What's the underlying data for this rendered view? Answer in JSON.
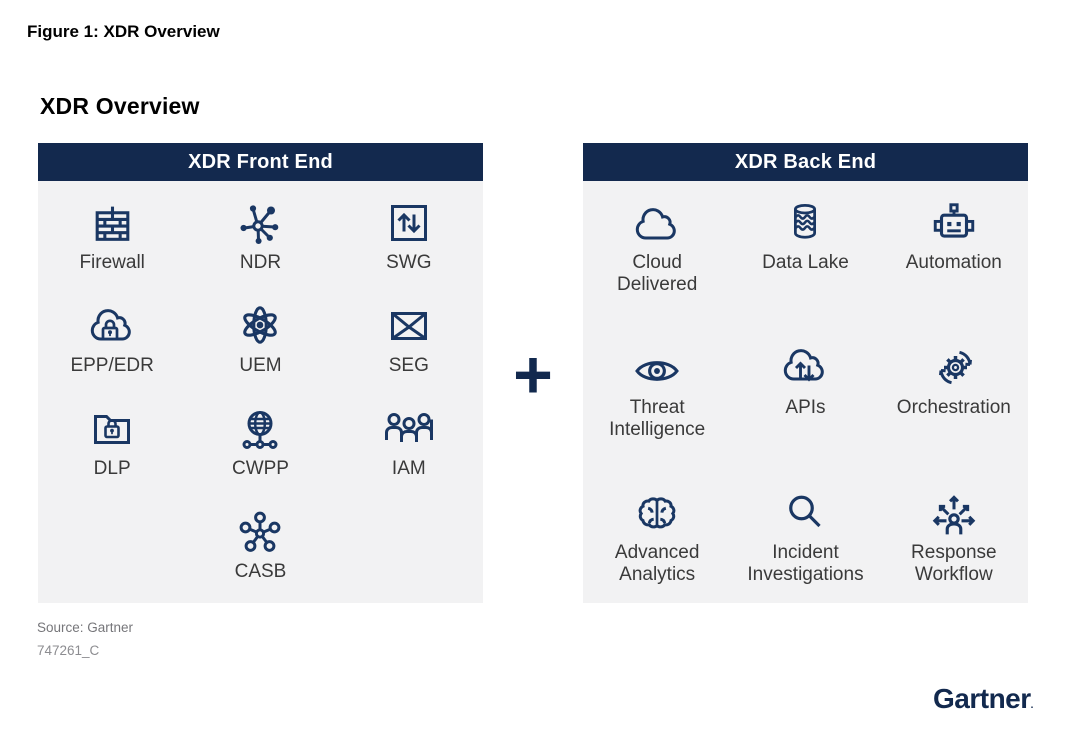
{
  "page": {
    "figure_title": "Figure 1: XDR Overview",
    "chart_title": "XDR Overview",
    "plus_sign": "+",
    "source_line1": "Source: Gartner",
    "source_line2": "747261_C",
    "brand": "Gartner",
    "brand_mark": "."
  },
  "colors": {
    "header_navy": "#13294E",
    "icon_navy": "#1A3763",
    "panel_bg": "#F2F2F3",
    "label_text": "#3A3A3A",
    "source_text": "#76767A"
  },
  "panels": [
    {
      "title": "XDR Front End",
      "items": [
        {
          "label": "Firewall",
          "icon": "firewall-icon"
        },
        {
          "label": "NDR",
          "icon": "network-hub-icon"
        },
        {
          "label": "SWG",
          "icon": "up-down-arrows-box-icon"
        },
        {
          "label": "EPP/EDR",
          "icon": "cloud-lock-icon"
        },
        {
          "label": "UEM",
          "icon": "atom-icon"
        },
        {
          "label": "SEG",
          "icon": "envelope-icon"
        },
        {
          "label": "DLP",
          "icon": "folder-lock-icon"
        },
        {
          "label": "CWPP",
          "icon": "globe-network-icon"
        },
        {
          "label": "IAM",
          "icon": "people-group-icon"
        },
        {
          "label": "CASB",
          "icon": "molecule-icon"
        }
      ]
    },
    {
      "title": "XDR Back End",
      "items": [
        {
          "label": "Cloud\nDelivered",
          "icon": "cloud-icon"
        },
        {
          "label": "Data Lake",
          "icon": "data-lake-icon"
        },
        {
          "label": "Automation",
          "icon": "robot-icon"
        },
        {
          "label": "Threat\nIntelligence",
          "icon": "eye-icon"
        },
        {
          "label": "APIs",
          "icon": "cloud-arrows-icon"
        },
        {
          "label": "Orchestration",
          "icon": "gear-cycle-icon"
        },
        {
          "label": "Advanced\nAnalytics",
          "icon": "brain-icon"
        },
        {
          "label": "Incident\nInvestigations",
          "icon": "magnifier-icon"
        },
        {
          "label": "Response\nWorkflow",
          "icon": "person-arrows-icon"
        }
      ]
    }
  ]
}
